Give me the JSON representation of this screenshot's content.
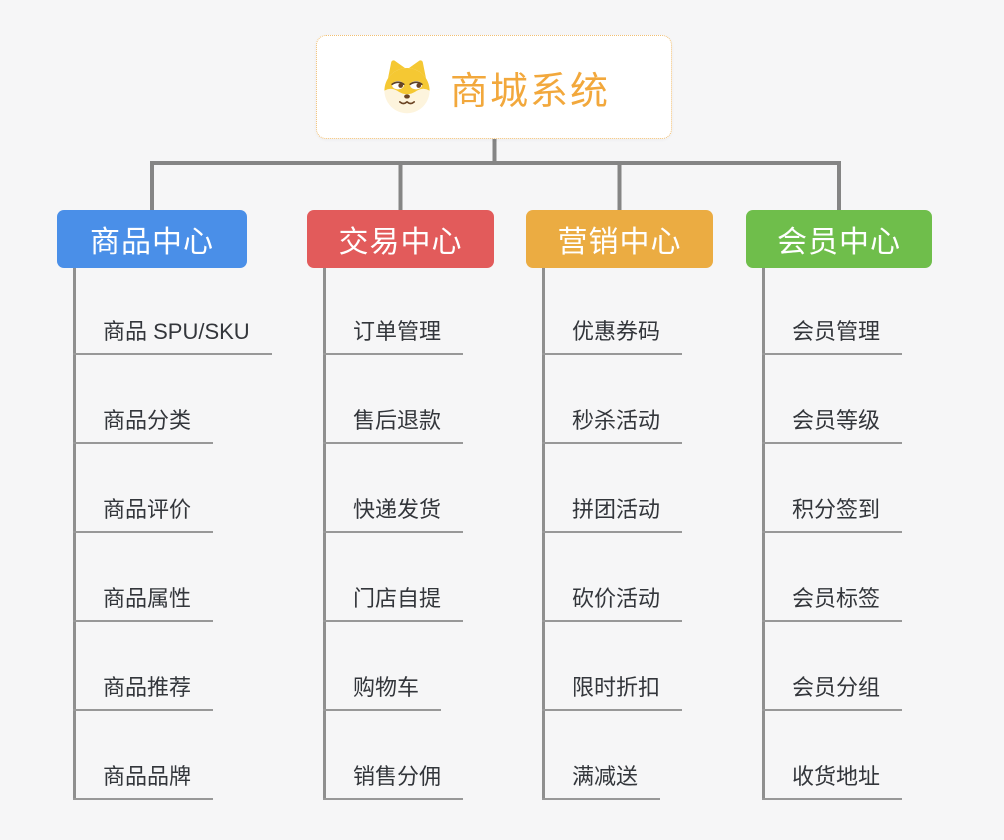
{
  "root": {
    "title": "商城系统",
    "icon": "dog-face-icon"
  },
  "branches": [
    {
      "label": "商品中心",
      "color": "#4a8fe8",
      "items": [
        "商品 SPU/SKU",
        "商品分类",
        "商品评价",
        "商品属性",
        "商品推荐",
        "商品品牌"
      ]
    },
    {
      "label": "交易中心",
      "color": "#e25b5b",
      "items": [
        "订单管理",
        "售后退款",
        "快递发货",
        "门店自提",
        "购物车",
        "销售分佣"
      ]
    },
    {
      "label": "营销中心",
      "color": "#ebac42",
      "items": [
        "优惠券码",
        "秒杀活动",
        "拼团活动",
        "砍价活动",
        "限时折扣",
        "满减送"
      ]
    },
    {
      "label": "会员中心",
      "color": "#6fbe4b",
      "items": [
        "会员管理",
        "会员等级",
        "积分签到",
        "会员标签",
        "会员分组",
        "收货地址"
      ]
    }
  ],
  "colors": {
    "background": "#f6f6f7",
    "root_background": "#ffffff",
    "root_border": "#f1bf72",
    "root_text": "#f2a83c",
    "connector": "#858585",
    "spine": "#8f8f8f",
    "underline": "#989898",
    "item_text": "#33363b"
  }
}
